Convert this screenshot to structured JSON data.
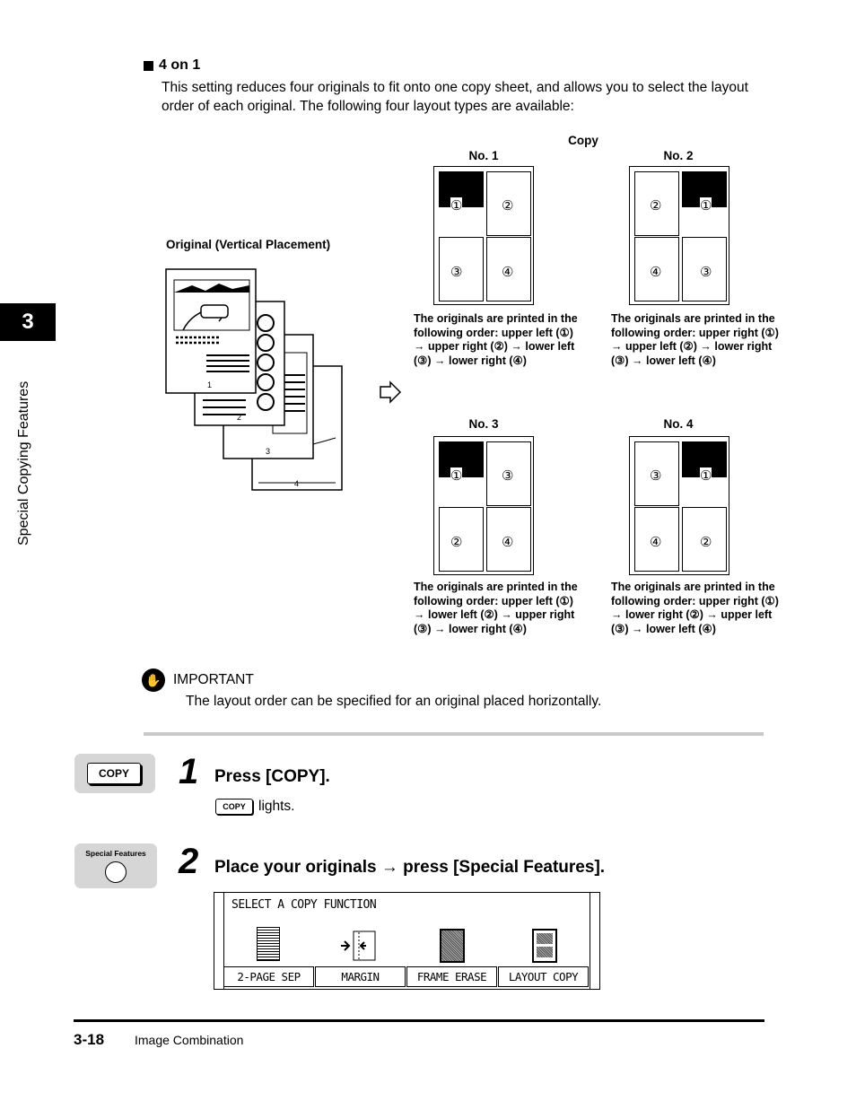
{
  "chapter": {
    "number": "3",
    "title": "Special Copying Features"
  },
  "section": {
    "heading": "4 on 1",
    "body": "This setting reduces four originals to fit onto one copy sheet, and allows you to select the layout order of each original. The following four layout types are available:"
  },
  "diagram": {
    "copy_label": "Copy",
    "original_label": "Original (Vertical Placement)",
    "original_page_numbers": [
      "1",
      "2",
      "3",
      "4"
    ],
    "layouts": [
      {
        "label": "No. 1",
        "desc": "The originals are printed in the following order: upper left (①) → upper right (②) → lower left (③) → lower right (④)",
        "markers": [
          "①",
          "②",
          "③",
          "④"
        ]
      },
      {
        "label": "No. 2",
        "desc": "The originals are printed in the following order: upper right (①) → upper left (②) → lower right (③) → lower left (④)",
        "markers": [
          "②",
          "①",
          "④",
          "③"
        ]
      },
      {
        "label": "No. 3",
        "desc": "The originals are printed in the following order: upper left (①) → lower left (②) → upper right (③) → lower right (④)",
        "markers": [
          "①",
          "③",
          "②",
          "④"
        ]
      },
      {
        "label": "No. 4",
        "desc": "The originals are printed in the following order: upper right (①) → lower right (②) → upper left (③) → lower left (④)",
        "markers": [
          "③",
          "①",
          "④",
          "②"
        ]
      }
    ]
  },
  "important": {
    "label": "IMPORTANT",
    "text": "The layout order can be specified for an original placed horizontally."
  },
  "steps": [
    {
      "number": "1",
      "title": "Press [COPY].",
      "key_label": "COPY",
      "inline_key": "COPY",
      "sub": "lights."
    },
    {
      "number": "2",
      "title": "Place your originals → press [Special Features].",
      "key_label": "Special Features"
    }
  ],
  "screen": {
    "title": "SELECT A COPY FUNCTION",
    "buttons": [
      "2-PAGE SEP",
      "MARGIN",
      "FRAME ERASE",
      "LAYOUT COPY"
    ]
  },
  "footer": {
    "page_number": "3-18",
    "section_title": "Image Combination"
  }
}
